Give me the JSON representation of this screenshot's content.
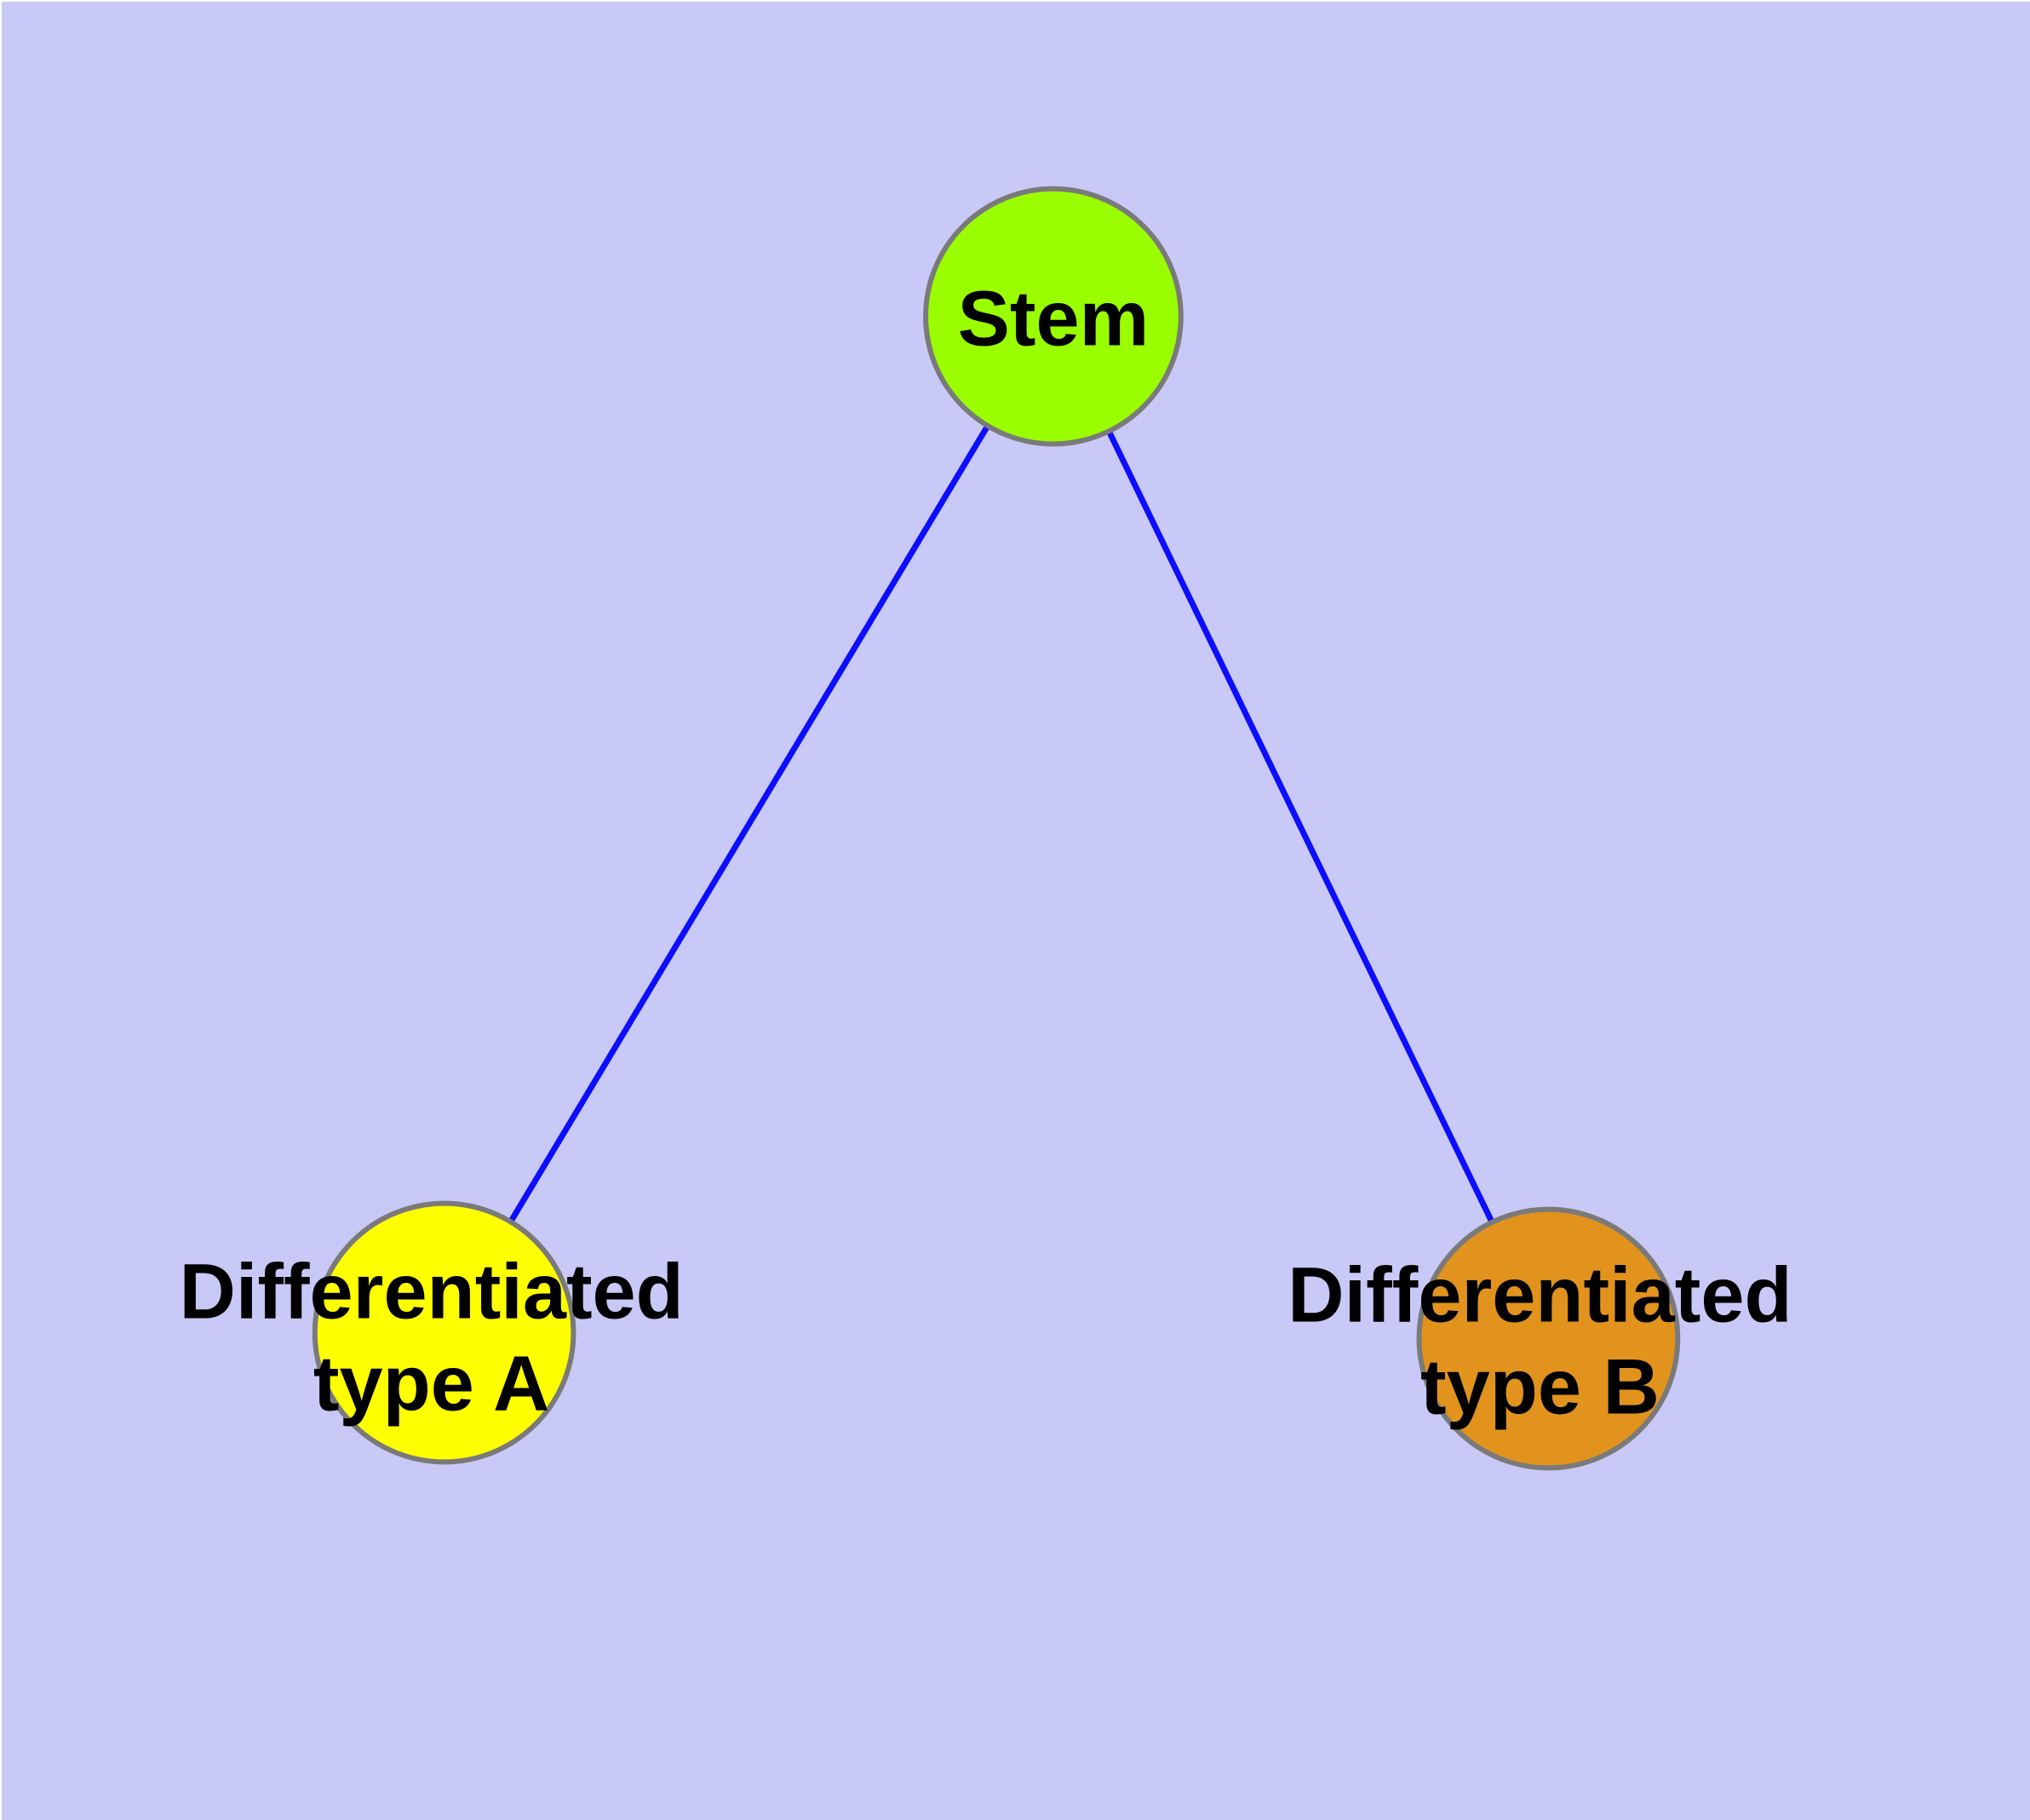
{
  "diagram": {
    "type": "graph",
    "background_color": "#c9c9f7",
    "edge_color": "#0d0dff",
    "node_border_color": "#7a7a7a",
    "label_color": "#000000",
    "nodes": [
      {
        "id": "stem",
        "label": "Stem",
        "lines": [
          "Stem"
        ],
        "fill": "#9afe00"
      },
      {
        "id": "differentiated-type-a",
        "label": "Differentiated type A",
        "lines": [
          "Differentiated",
          "type A"
        ],
        "fill": "#ffff00"
      },
      {
        "id": "differentiated-type-b",
        "label": "Differentiated type B",
        "lines": [
          "Differentiated",
          "type B"
        ],
        "fill": "#e2931d"
      }
    ],
    "edges": [
      {
        "from": "stem",
        "to": "differentiated-type-a"
      },
      {
        "from": "stem",
        "to": "differentiated-type-b"
      }
    ]
  }
}
